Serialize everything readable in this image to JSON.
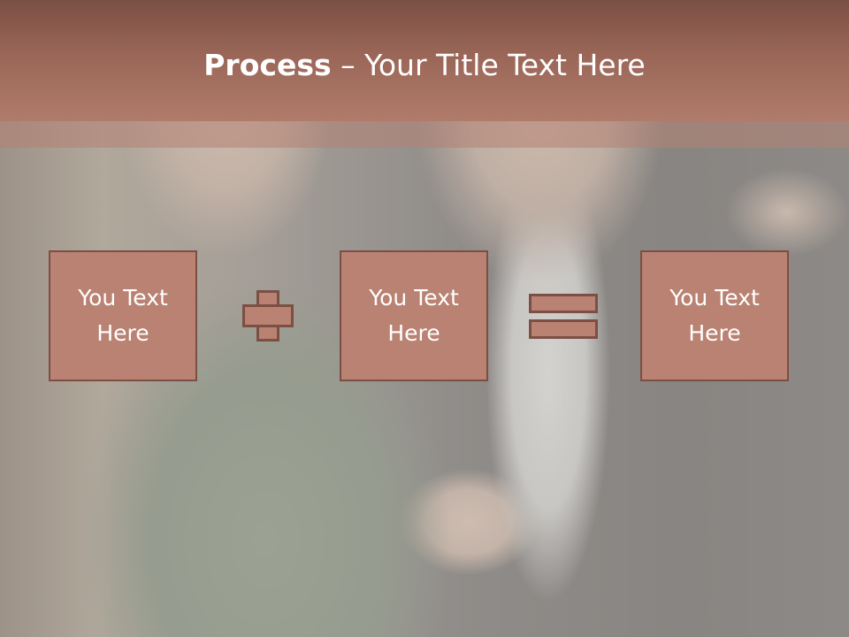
{
  "header": {
    "title_bold": "Process",
    "title_rest": " – Your Title Text Here"
  },
  "process": {
    "boxes": [
      "You Text\nHere",
      "You Text\nHere",
      "You Text\nHere"
    ],
    "operators": [
      "plus-icon",
      "equals-icon"
    ]
  },
  "colors": {
    "header": "#9a6657",
    "box_fill": "#b98272",
    "box_border": "#7c4f44",
    "text": "#ffffff"
  }
}
